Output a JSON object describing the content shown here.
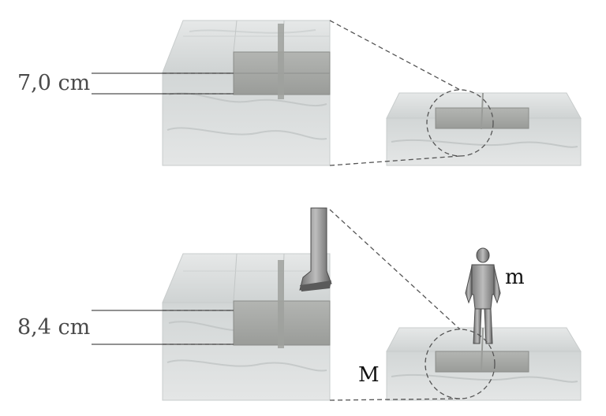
{
  "diagram": {
    "top_panel": {
      "depth_label": "7,0 cm"
    },
    "bottom_panel": {
      "depth_label": "8,4 cm",
      "person_mass_label": "m",
      "block_mass_label": "M"
    }
  },
  "colors": {
    "ice": "#d9dcdc",
    "ice_shadow": "#b8bdbd",
    "block": "#a9aba8",
    "block_dark": "#8c8e8b",
    "dashed": "#555555",
    "text": "#4a4a4a"
  }
}
